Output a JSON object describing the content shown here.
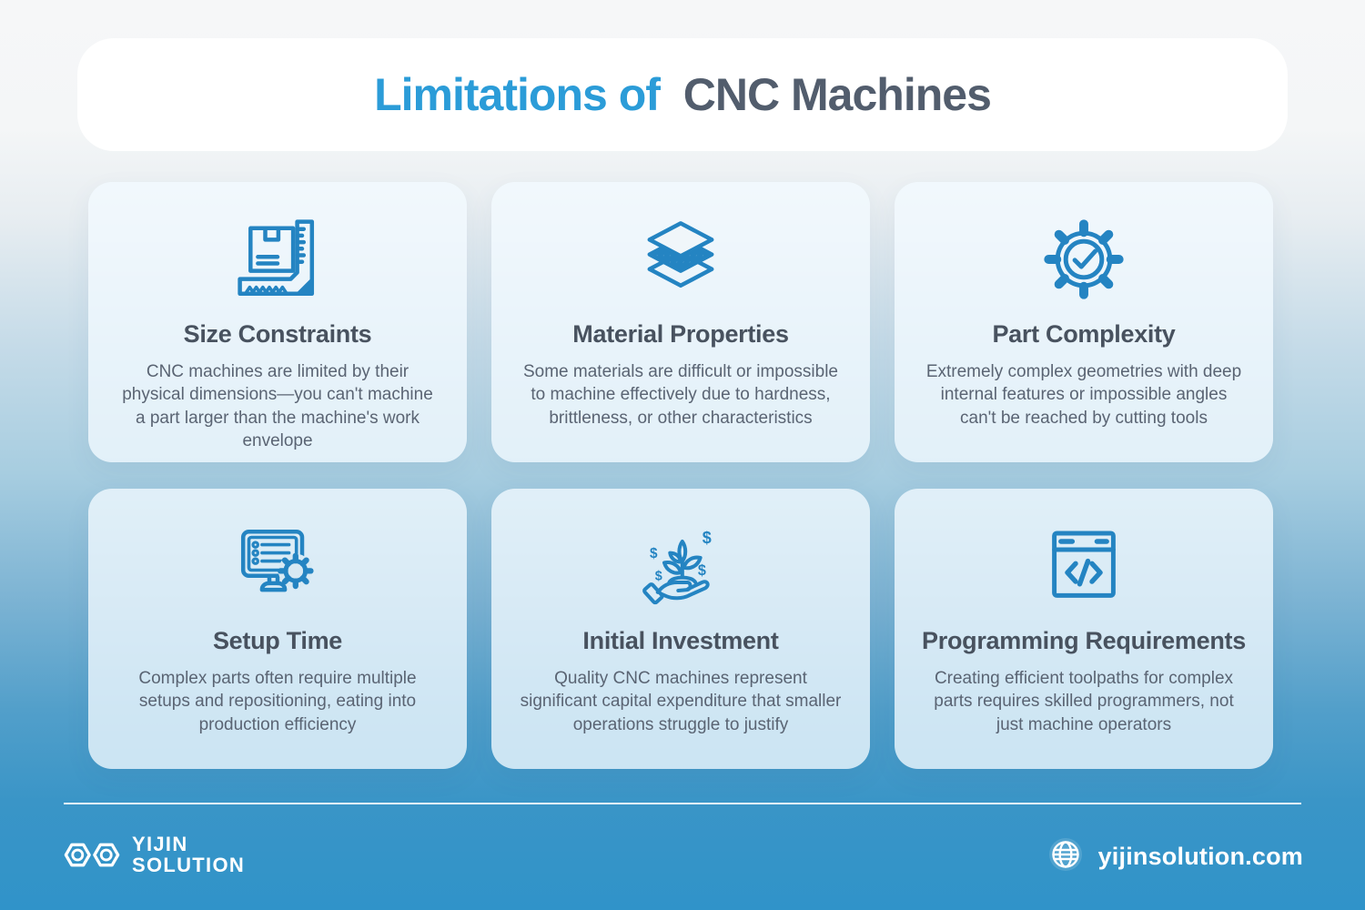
{
  "header": {
    "title_highlight": "Limitations of",
    "title_rest": "CNC Machines"
  },
  "cards": [
    {
      "icon": "ruler-box-icon",
      "title": "Size Constraints",
      "description": "CNC machines are limited by their physical dimensions—you can't machine a part larger than the machine's work envelope"
    },
    {
      "icon": "material-layers-icon",
      "title": "Material Properties",
      "description": "Some materials are difficult or impossible to machine effectively due to hardness, brittleness, or other characteristics"
    },
    {
      "icon": "gear-check-icon",
      "title": "Part Complexity",
      "description": "Extremely complex geometries with deep internal features or impossible angles can't be reached by cutting tools"
    },
    {
      "icon": "monitor-gear-icon",
      "title": "Setup Time",
      "description": "Complex parts often require multiple setups and repositioning, eating into production efficiency"
    },
    {
      "icon": "investment-hand-icon",
      "title": "Initial Investment",
      "description": "Quality CNC machines represent significant capital expenditure that smaller operations struggle to justify"
    },
    {
      "icon": "code-window-icon",
      "title": "Programming Requirements",
      "description": "Creating efficient toolpaths for complex parts requires skilled programmers, not just machine operators"
    }
  ],
  "footer": {
    "brand_line1": "YIJIN",
    "brand_line2": "SOLUTION",
    "website": "yijinsolution.com"
  },
  "colors": {
    "accent_blue": "#2B9CD8",
    "title_dark": "#525D6D",
    "icon_blue": "#2484C2",
    "footer_blue": "#3793C8"
  }
}
